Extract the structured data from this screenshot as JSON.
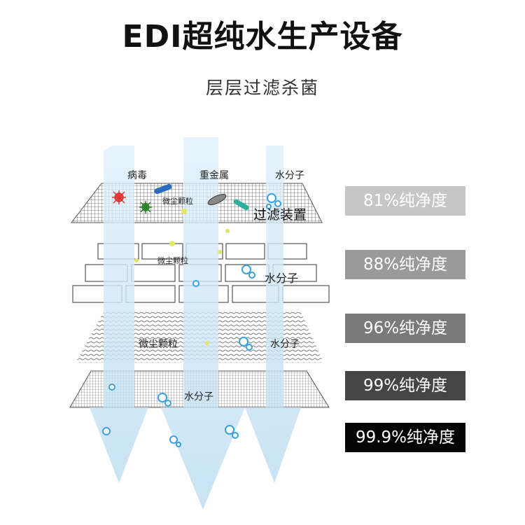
{
  "title": "EDI超纯水生产设备",
  "subtitle": "层层过滤杀菌",
  "diagram": {
    "top_labels": [
      "病毒",
      "重金属",
      "水分子"
    ],
    "layer1": {
      "particle_label": "微尘颗粒",
      "device_label": "过滤装置"
    },
    "layer2": {
      "particle_label": "微尘颗粒",
      "water_label": "水分子"
    },
    "layer3": {
      "particle_label": "微尘颗粒",
      "water_label": "水分子"
    },
    "layer4": {
      "water_label": "水分子"
    }
  },
  "purity_levels": [
    {
      "label": "81%纯净度",
      "color": "#c6c6c6"
    },
    {
      "label": "88%纯净度",
      "color": "#9a9a9a"
    },
    {
      "label": "96%纯净度",
      "color": "#7a7a7a"
    },
    {
      "label": "99%纯净度",
      "color": "#454545"
    },
    {
      "label": "99.9%纯净度",
      "color": "#050505"
    }
  ],
  "colors": {
    "water_stream": "#cfe6f5",
    "grid": "#555555",
    "bubble": "#3ba0e0"
  }
}
